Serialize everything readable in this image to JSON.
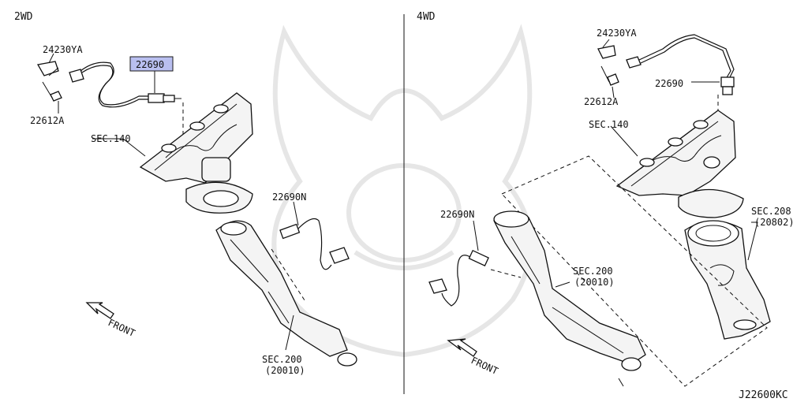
{
  "sections": {
    "left_title": "2WD",
    "right_title": "4WD"
  },
  "left": {
    "bracket_part": "24230YA",
    "sensor_part_highlighted": "22690",
    "bolt_part": "22612A",
    "manifold_ref": "SEC.140",
    "rear_sensor_part": "22690N",
    "cat_ref_line1": "SEC.200",
    "cat_ref_line2": "(20010)",
    "front_label": "FRONT"
  },
  "right": {
    "bracket_part": "24230YA",
    "sensor_part": "22690",
    "bolt_part": "22612A",
    "manifold_ref": "SEC.140",
    "rear_sensor_part": "22690N",
    "cat_ref_line1": "SEC.200",
    "cat_ref_line2": "(20010)",
    "pipe_ref_line1": "SEC.208",
    "pipe_ref_line2": "(20802)",
    "front_label": "FRONT"
  },
  "diagram_code": "J22600KC",
  "colors": {
    "highlight_fill": "#b9bff0",
    "highlight_stroke": "#1a1a1a",
    "ink": "#111111"
  }
}
